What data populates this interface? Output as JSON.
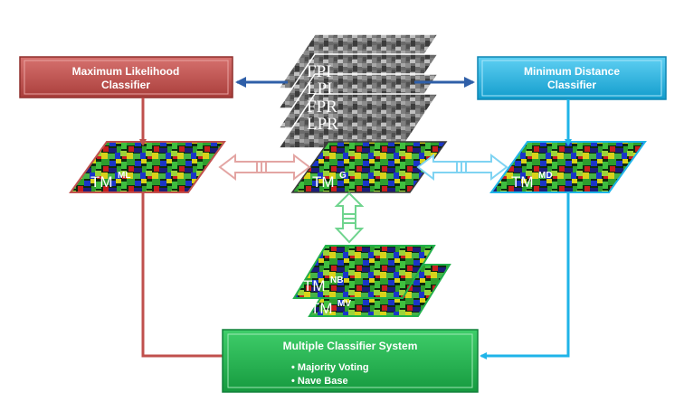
{
  "boxes": {
    "ml": {
      "line1": "Maximum Likelihood",
      "line2": "Classifier",
      "color": "#c0504d"
    },
    "md": {
      "line1": "Minimum Distance",
      "line2": "Classifier",
      "color": "#1fb4e8"
    },
    "mcs": {
      "title": "Multiple Classifier System",
      "items": [
        "• Majority Voting",
        "• Nave Base"
      ],
      "color": "#21b04b"
    }
  },
  "image_stack": {
    "layers": [
      "FPI",
      "LPI",
      "FPR",
      "LPR"
    ]
  },
  "thematic_maps": {
    "ml": {
      "base": "TM",
      "sup": "ML"
    },
    "g": {
      "base": "TM",
      "sup": "G"
    },
    "md": {
      "base": "TM",
      "sup": "MD"
    },
    "nb": {
      "base": "TM",
      "sup": "NB"
    },
    "mv": {
      "base": "TM",
      "sup": "MV"
    }
  },
  "colors": {
    "ml_arrow": "#c0504d",
    "md_arrow": "#1fb4e8",
    "stack_arrow": "#2f5fa8",
    "mcs_arrow": "#21b04b"
  }
}
